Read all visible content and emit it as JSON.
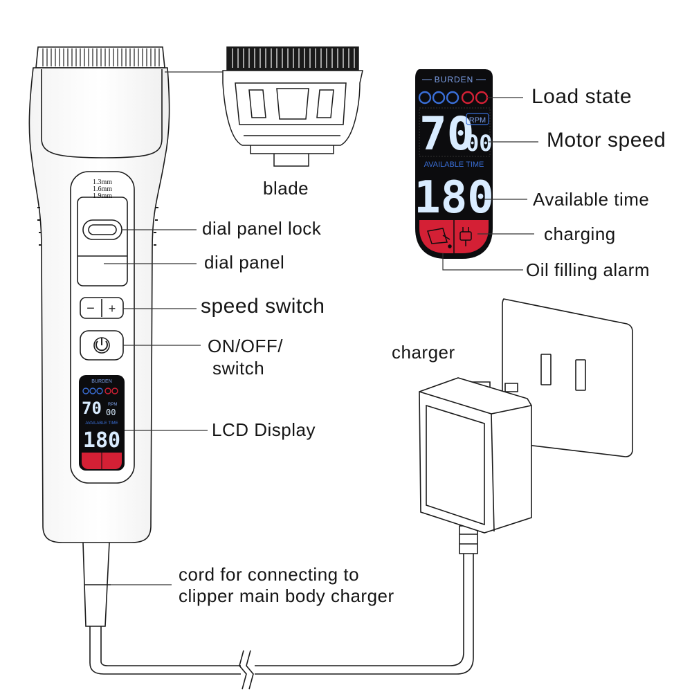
{
  "labels": {
    "blade": "blade",
    "dial_panel_lock": "dial panel lock",
    "dial_panel": "dial panel",
    "speed_switch": "speed switch",
    "on_off_line1": "ON/OFF/",
    "on_off_line2": "switch",
    "lcd_display": "LCD Display",
    "cord_line1": "cord for connecting to",
    "cord_line2": "clipper main body charger",
    "charger": "charger",
    "load_state": "Load state",
    "motor_speed": "Motor speed",
    "available_time": "Available time",
    "charging": "charging",
    "oil_filling_alarm": "Oil filling alarm"
  },
  "lcd": {
    "brand": "BURDEN",
    "speed": "70",
    "speed_small": "00",
    "rpm_unit": "RPM",
    "available_time_label": "AVAILABLE TIME",
    "available_time_value": "180"
  },
  "dial_settings": [
    "1.3mm",
    "1.6mm",
    "1.9mm"
  ],
  "button_symbols": {
    "minus": "−",
    "plus": "+"
  },
  "load_indicators": [
    {
      "color": "#3a6fd8"
    },
    {
      "color": "#3a6fd8"
    },
    {
      "color": "#3a6fd8"
    },
    {
      "color": "#d42035"
    },
    {
      "color": "#d42035"
    }
  ],
  "colors": {
    "lcd_background": "#0c0c0e",
    "lcd_digits": "#d9ecff",
    "lcd_blue": "#3a6fd8",
    "lcd_red": "#d42035",
    "line_art": "#1a1a1a"
  },
  "icons": [
    "oil-can-icon",
    "plug-icon",
    "power-icon"
  ]
}
